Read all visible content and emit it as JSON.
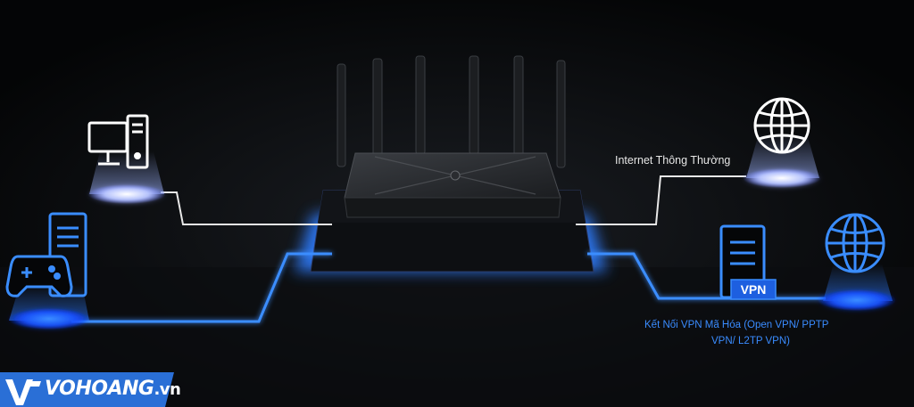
{
  "labels": {
    "internet": "Internet Thông Thường",
    "vpn_line1": "Kết Nối VPN Mã Hóa (Open VPN/ PPTP",
    "vpn_line2": "VPN/ L2TP VPN)",
    "vpn_badge": "VPN"
  },
  "brand": {
    "name": "VOHOANG",
    "suffix": ".vn"
  },
  "colors": {
    "accent_blue": "#2f7dff",
    "line_white": "#e8e8e8",
    "background": "#050608"
  },
  "icons": [
    "desktop-computer-icon",
    "gamepad-icon",
    "server-tower-icon",
    "globe-icon",
    "vpn-server-icon",
    "router-icon"
  ]
}
